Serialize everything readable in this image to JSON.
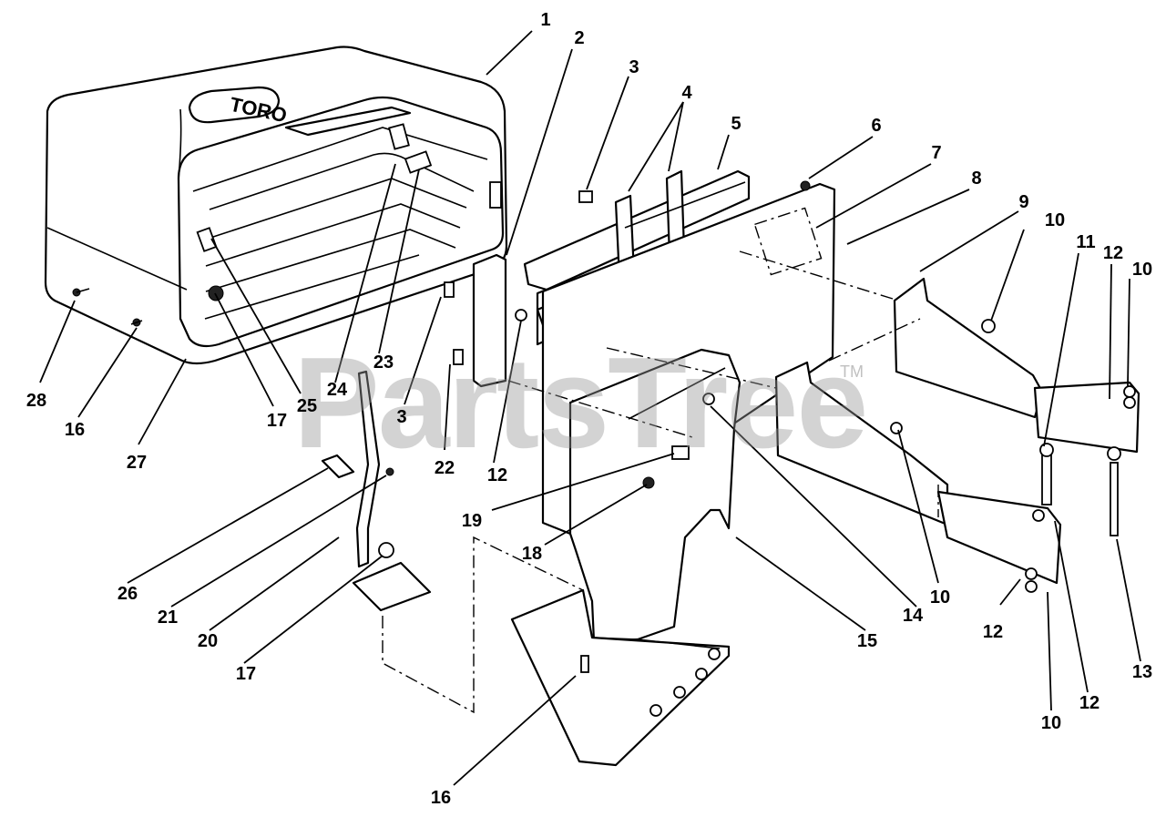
{
  "watermark": {
    "text": "PartsTree",
    "tm": "TM"
  },
  "logo": {
    "text": "TORO"
  },
  "callouts": [
    {
      "id": "c1",
      "label": "1"
    },
    {
      "id": "c2",
      "label": "2"
    },
    {
      "id": "c3a",
      "label": "3"
    },
    {
      "id": "c4",
      "label": "4"
    },
    {
      "id": "c5",
      "label": "5"
    },
    {
      "id": "c6",
      "label": "6"
    },
    {
      "id": "c7",
      "label": "7"
    },
    {
      "id": "c8",
      "label": "8"
    },
    {
      "id": "c9",
      "label": "9"
    },
    {
      "id": "c10a",
      "label": "10"
    },
    {
      "id": "c11",
      "label": "11"
    },
    {
      "id": "c12a",
      "label": "12"
    },
    {
      "id": "c10b",
      "label": "10"
    },
    {
      "id": "c28",
      "label": "28"
    },
    {
      "id": "c16a",
      "label": "16"
    },
    {
      "id": "c27",
      "label": "27"
    },
    {
      "id": "c17a",
      "label": "17"
    },
    {
      "id": "c25",
      "label": "25"
    },
    {
      "id": "c24",
      "label": "24"
    },
    {
      "id": "c23",
      "label": "23"
    },
    {
      "id": "c3b",
      "label": "3"
    },
    {
      "id": "c22",
      "label": "22"
    },
    {
      "id": "c12b",
      "label": "12"
    },
    {
      "id": "c19",
      "label": "19"
    },
    {
      "id": "c18",
      "label": "18"
    },
    {
      "id": "c14",
      "label": "14"
    },
    {
      "id": "c10c",
      "label": "10"
    },
    {
      "id": "c15",
      "label": "15"
    },
    {
      "id": "c26",
      "label": "26"
    },
    {
      "id": "c21",
      "label": "21"
    },
    {
      "id": "c20",
      "label": "20"
    },
    {
      "id": "c17b",
      "label": "17"
    },
    {
      "id": "c12c",
      "label": "12"
    },
    {
      "id": "c12d",
      "label": "12"
    },
    {
      "id": "c13",
      "label": "13"
    },
    {
      "id": "c10d",
      "label": "10"
    },
    {
      "id": "c16b",
      "label": "16"
    }
  ]
}
